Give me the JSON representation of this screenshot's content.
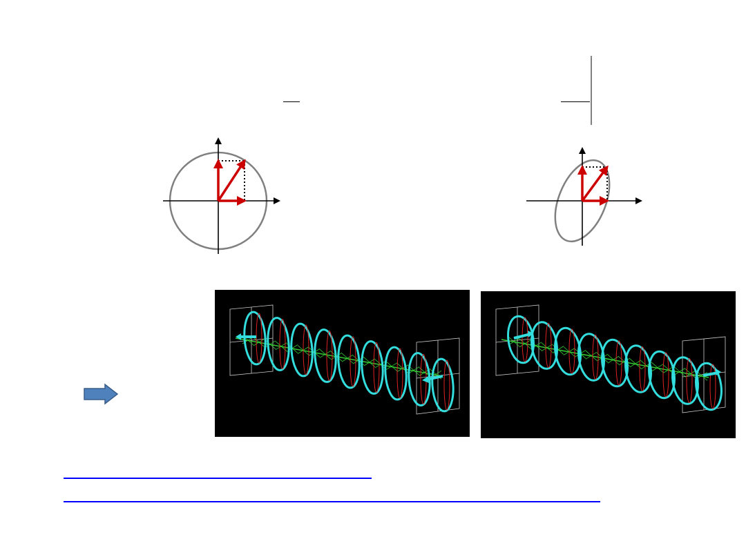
{
  "slide": {
    "background": "#ffffff",
    "formula_left": {
      "fraction_bar": true
    },
    "formula_right": {
      "fraction_bar": true,
      "vertical_bar": true
    },
    "diagrams": [
      {
        "name": "circular-polarization",
        "shape": "circle",
        "vector_color": "#cc0000",
        "axis_color": "#000000",
        "outline_color": "#808080"
      },
      {
        "name": "elliptical-polarization",
        "shape": "ellipse",
        "vector_color": "#cc0000",
        "axis_color": "#000000",
        "outline_color": "#808080"
      }
    ],
    "animations": [
      {
        "name": "circular-wave",
        "background": "#000000",
        "helix_color": "#33dddd",
        "field_color": "#dd2222",
        "axis_color": "#33cc33"
      },
      {
        "name": "elliptical-wave",
        "background": "#000000",
        "helix_color": "#33dddd",
        "field_color": "#dd2222",
        "axis_color": "#33cc33"
      }
    ],
    "play_arrow": {
      "icon": "arrow-right-icon",
      "color": "#4f81bd"
    },
    "links": [
      {
        "text": "",
        "color": "#0000ff"
      },
      {
        "text": "",
        "color": "#0000ff"
      }
    ]
  }
}
